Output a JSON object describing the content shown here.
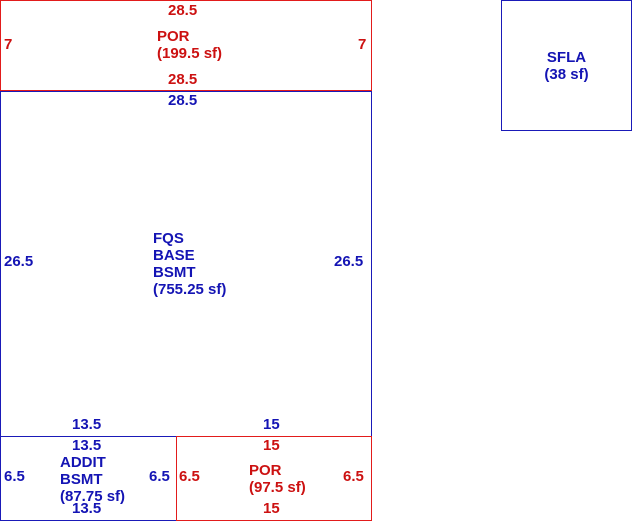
{
  "colors": {
    "porch": "#cc1111",
    "living": "#1414b4"
  },
  "areas": {
    "por_top": {
      "name": "POR",
      "area": "(199.5 sf)",
      "top": "28.5",
      "bottom": "28.5",
      "left": "7",
      "right": "7"
    },
    "sfla": {
      "name": "SFLA",
      "area": "(38 sf)"
    },
    "fqs_base": {
      "lines": [
        "FQS",
        "BASE",
        "BSMT"
      ],
      "area": "(755.25 sf)",
      "top": "28.5",
      "left": "26.5",
      "right": "26.5",
      "bottom_left": "13.5",
      "bottom_right": "15"
    },
    "addit_bsmt": {
      "lines": [
        "ADDIT",
        "BSMT"
      ],
      "area": "(87.75 sf)",
      "top": "13.5",
      "bottom": "13.5",
      "left": "6.5",
      "right": "6.5"
    },
    "por_bottom": {
      "name": "POR",
      "area": "(97.5 sf)",
      "top": "15",
      "bottom": "15",
      "left": "6.5",
      "right": "6.5"
    }
  }
}
